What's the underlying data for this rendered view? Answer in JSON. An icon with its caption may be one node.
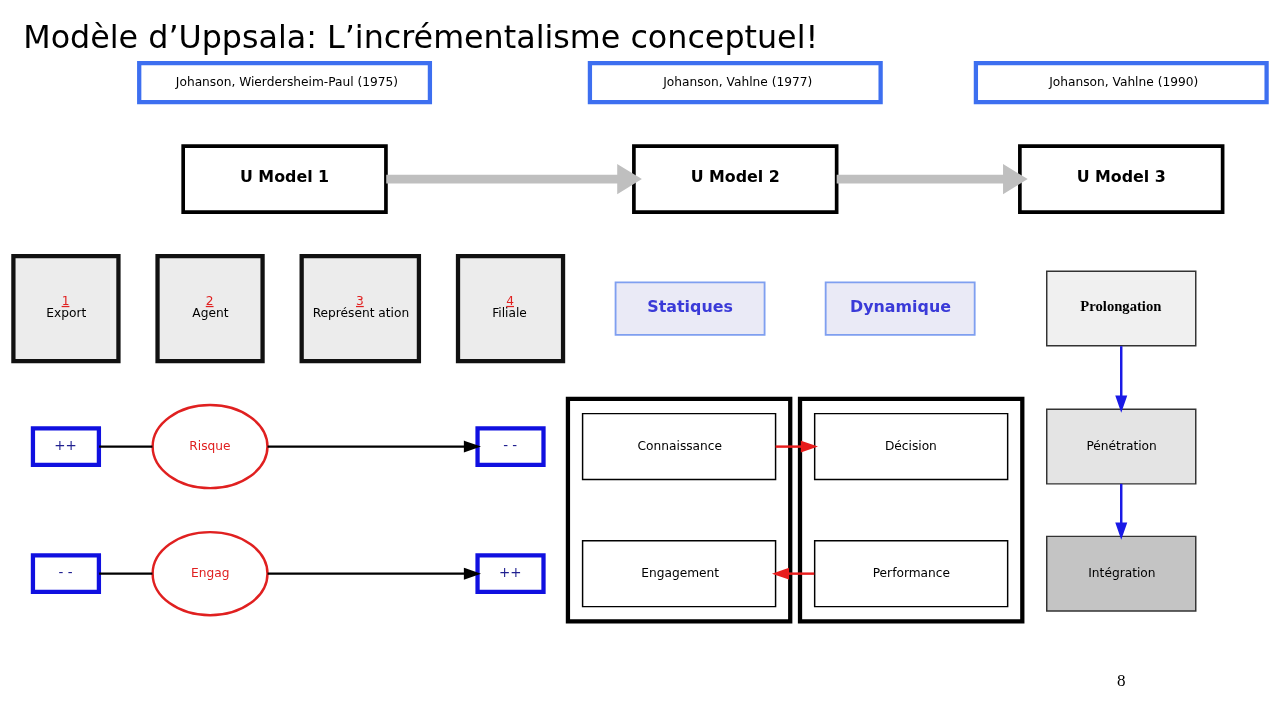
{
  "diagram": {
    "title": "Modèle d’Uppsala: L’incrémentalisme conceptuel!",
    "nodes": [
      {
        "text": [
          "Johanson, Wierdersheim-Paul (1975)"
        ]
      },
      {
        "text": [
          "Johanson, Vahlne (1977)"
        ]
      },
      {
        "text": [
          "Johanson, Vahlne (1990)"
        ]
      },
      {
        "text": [
          "U Model 1"
        ]
      },
      {
        "text": [
          "U Model 2"
        ]
      },
      {
        "text": [
          "U Model 3"
        ]
      },
      {
        "text": [
          "1",
          "Export"
        ]
      },
      {
        "text": [
          "2",
          "Agent"
        ]
      },
      {
        "text": [
          "3",
          "Représent ation"
        ]
      },
      {
        "text": [
          "4",
          "Filiale"
        ]
      },
      {
        "text": [
          "++"
        ]
      },
      {
        "text": [
          "Risque"
        ]
      },
      {
        "text": [
          "- -"
        ]
      },
      {
        "text": [
          "- -"
        ]
      },
      {
        "text": [
          "Engag"
        ]
      },
      {
        "text": [
          "++"
        ]
      },
      {
        "text": [
          "Statiques"
        ]
      },
      {
        "text": [
          "Dynamique"
        ]
      },
      {
        "text": [],
        "shape": "box"
      },
      {
        "text": [
          "Connaissance"
        ],
        "in": 18
      },
      {
        "text": [
          "Engagement"
        ],
        "in": 18
      },
      {
        "text": [],
        "shape": "box"
      },
      {
        "text": [
          "Décision"
        ],
        "in": 21
      },
      {
        "text": [
          "Performance"
        ],
        "in": 21
      },
      {
        "text": [
          "Prolongation"
        ]
      },
      {
        "text": [
          "Pénétration"
        ]
      },
      {
        "text": [
          "Intégration"
        ]
      }
    ],
    "edges": [
      {
        "from": 3,
        "to": 4,
        "arrow": "to",
        "style": "thick",
        "color": "#bfbfbf"
      },
      {
        "from": 4,
        "to": 5,
        "arrow": "to",
        "style": "thick",
        "color": "#bfbfbf"
      },
      {
        "from": 10,
        "to": 11,
        "arrow": "none"
      },
      {
        "from": 11,
        "to": 12,
        "arrow": "to"
      },
      {
        "from": 13,
        "to": 14,
        "arrow": "none"
      },
      {
        "from": 14,
        "to": 15,
        "arrow": "to"
      },
      {
        "from": 19,
        "to": 22,
        "arrow": "to",
        "color": "#e81c1c"
      },
      {
        "from": 23,
        "to": 20,
        "arrow": "to",
        "color": "#e81c1c"
      },
      {
        "from": 24,
        "to": 25,
        "arrow": "to",
        "color": "#1a1ae6"
      },
      {
        "from": 25,
        "to": 26,
        "arrow": "to",
        "color": "#1a1ae6"
      }
    ],
    "labels": [
      "8"
    ]
  }
}
